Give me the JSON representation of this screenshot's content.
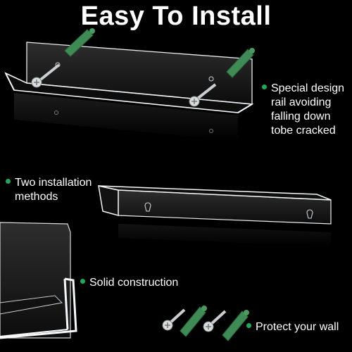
{
  "title": "Easy To Install",
  "features": {
    "special_design": [
      "Special design",
      "rail avoiding",
      "falling down",
      "tobe cracked"
    ],
    "two_methods": [
      "Two installation",
      "methods"
    ],
    "solid": "Solid construction",
    "protect": "Protect your wall"
  },
  "colors": {
    "background": "#000000",
    "accent_dot": "#22a85a",
    "anchor_green": "#3f8a55",
    "acrylic_edge": "#e8eef2"
  },
  "icons": [
    "bullet-dot",
    "wall-anchor",
    "screw"
  ]
}
